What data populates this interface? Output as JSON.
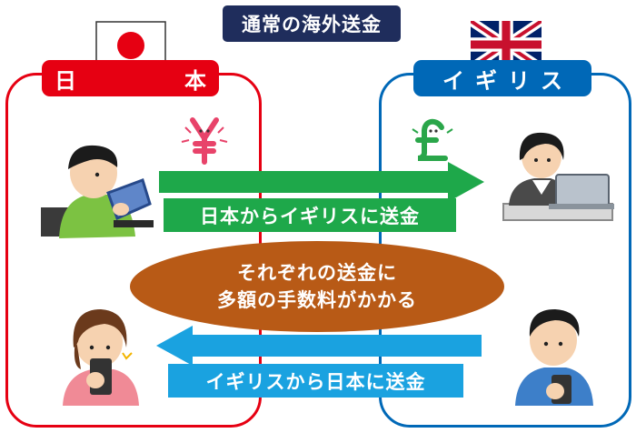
{
  "title": "通常の海外送金",
  "japan": {
    "label_left": "日",
    "label_right": "本"
  },
  "uk": {
    "label": "イギリス"
  },
  "arrow_to_uk": {
    "label": "日本からイギリスに送金"
  },
  "arrow_to_jp": {
    "label": "イギリスから日本に送金"
  },
  "center_note": {
    "line1": "それぞれの送金に",
    "line2": "多額の手数料がかかる"
  },
  "colors": {
    "japan_red": "#e60012",
    "uk_blue": "#0068b7",
    "green": "#1ea84a",
    "light_blue": "#1aa2e0",
    "brown": "#b85a16",
    "navy": "#1f2d5c"
  },
  "icons": {
    "yen": "yen-coin-icon",
    "pound": "pound-coin-icon",
    "jp_flag": "japan-flag-icon",
    "uk_flag": "uk-flag-icon"
  }
}
